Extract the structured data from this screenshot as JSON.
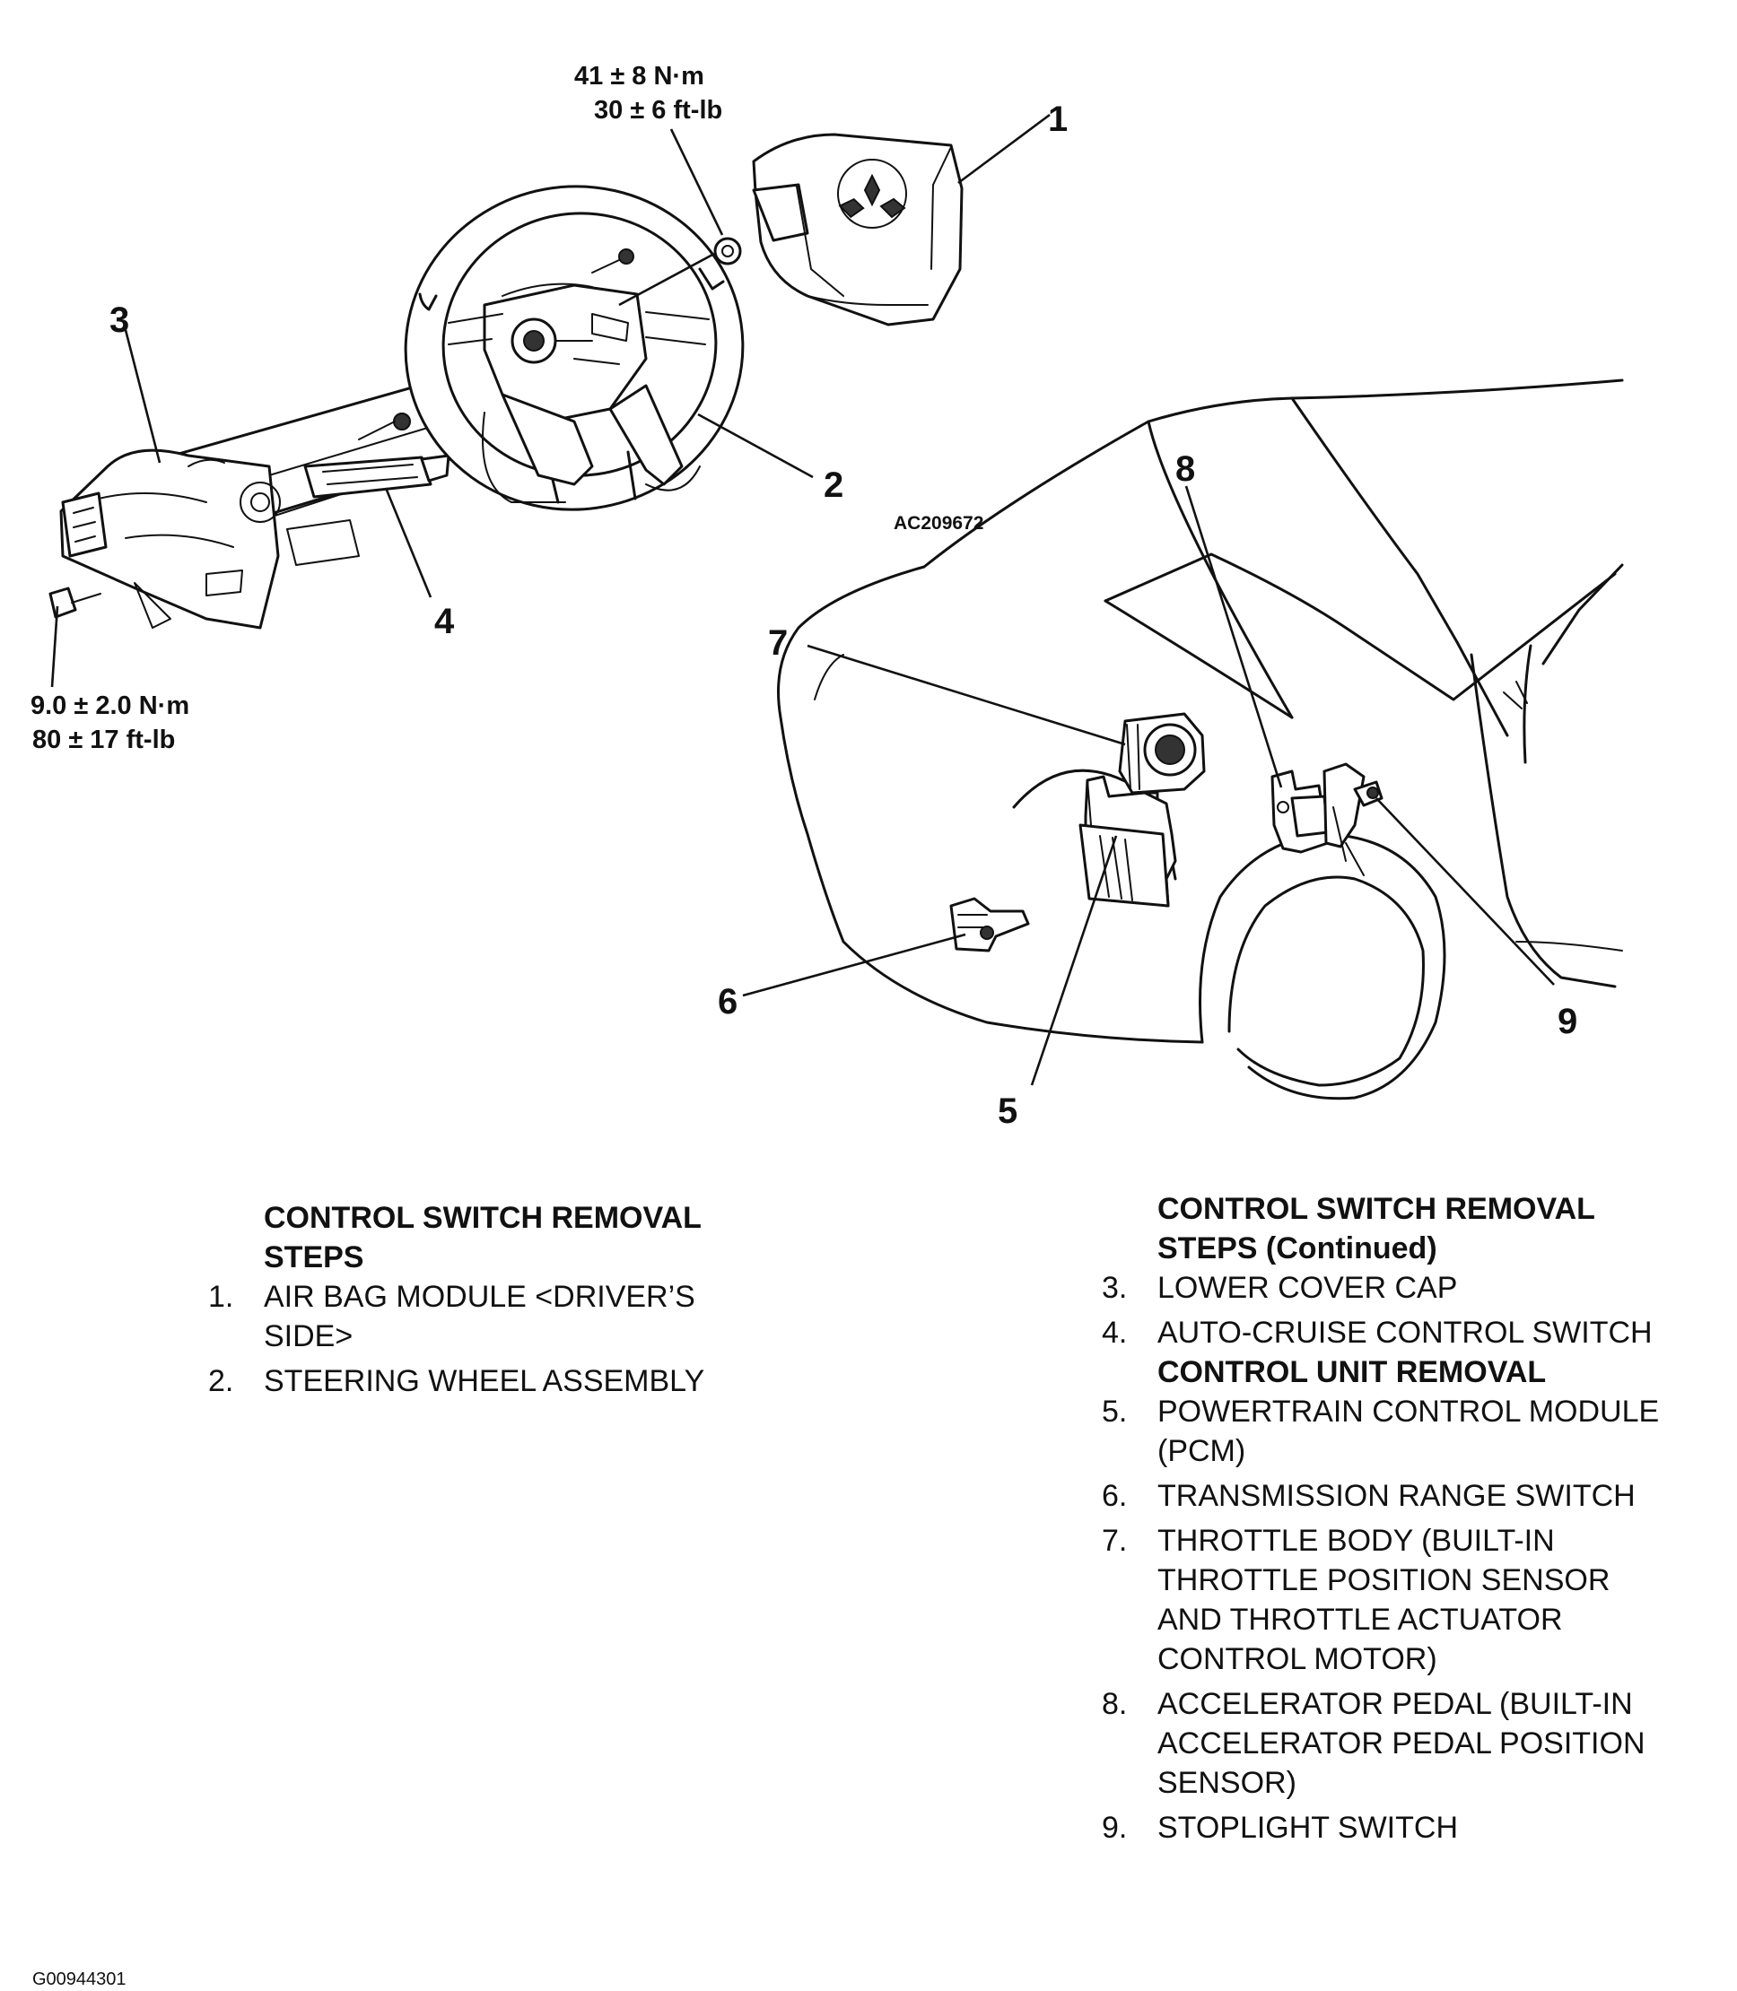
{
  "diagram": {
    "callouts": [
      "1",
      "2",
      "3",
      "4",
      "5",
      "6",
      "7",
      "8",
      "9"
    ],
    "torque_top": [
      "41 ± 8 N·m",
      "30 ± 6 ft-lb"
    ],
    "torque_bottom": [
      "9.0 ± 2.0 N·m",
      "80 ± 17 ft-lb"
    ],
    "figure_ref": "AC209672",
    "image_code": "G00944301"
  },
  "left_list": {
    "heading": [
      "CONTROL SWITCH REMOVAL",
      "STEPS"
    ],
    "items": [
      {
        "num": "1.",
        "lines": [
          "AIR BAG MODULE <DRIVER’S",
          "SIDE>"
        ]
      },
      {
        "num": "2.",
        "lines": [
          "STEERING WHEEL ASSEMBLY"
        ]
      }
    ]
  },
  "right_list": {
    "heading": [
      "CONTROL SWITCH REMOVAL",
      "STEPS (Continued)"
    ],
    "items_a": [
      {
        "num": "3.",
        "lines": [
          "LOWER COVER CAP"
        ]
      },
      {
        "num": "4.",
        "lines": [
          "AUTO-CRUISE CONTROL SWITCH"
        ]
      }
    ],
    "subheading": "CONTROL UNIT REMOVAL",
    "items_b": [
      {
        "num": "5.",
        "lines": [
          "POWERTRAIN CONTROL MODULE",
          "(PCM)"
        ]
      },
      {
        "num": "6.",
        "lines": [
          "TRANSMISSION RANGE SWITCH"
        ]
      },
      {
        "num": "7.",
        "lines": [
          "THROTTLE BODY (BUILT-IN",
          "THROTTLE POSITION SENSOR",
          "AND THROTTLE ACTUATOR",
          "CONTROL MOTOR)"
        ]
      },
      {
        "num": "8.",
        "lines": [
          "ACCELERATOR PEDAL (BUILT-IN",
          "ACCELERATOR PEDAL POSITION",
          "SENSOR)"
        ]
      },
      {
        "num": "9.",
        "lines": [
          "STOPLIGHT SWITCH"
        ]
      }
    ]
  }
}
